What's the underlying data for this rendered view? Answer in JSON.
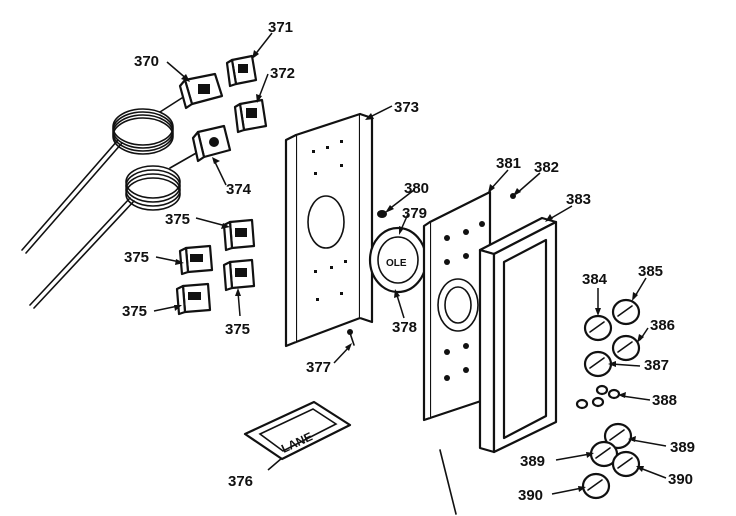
{
  "labels": {
    "p370": "370",
    "p371": "371",
    "p372": "372",
    "p373": "373",
    "p374": "374",
    "p375a": "375",
    "p375b": "375",
    "p375c": "375",
    "p375d": "375",
    "p376": "376",
    "p377": "377",
    "p378": "378",
    "p379": "379",
    "p380": "380",
    "p381": "381",
    "p382": "382",
    "p383": "383",
    "p384": "384",
    "p385": "385",
    "p386": "386",
    "p387": "387",
    "p388": "388",
    "p389a": "389",
    "p389b": "389",
    "p390a": "390",
    "p390b": "390"
  },
  "card_text": "LANE"
}
